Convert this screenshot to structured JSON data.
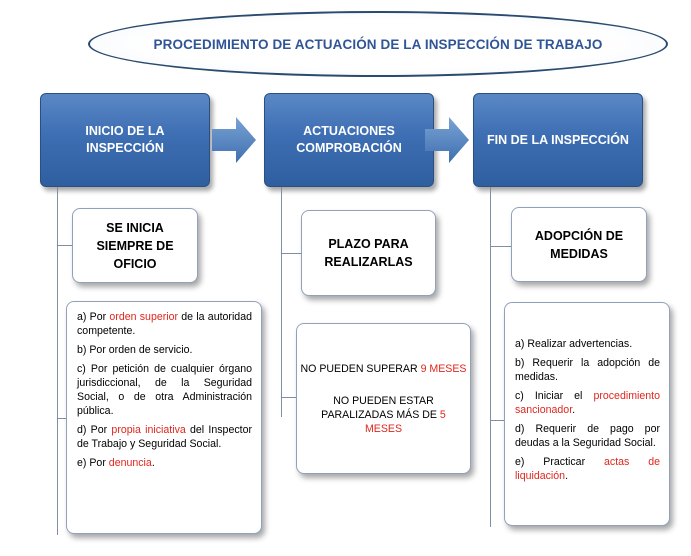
{
  "title": "PROCEDIMIENTO DE ACTUACIÓN DE LA INSPECCIÓN DE TRABAJO",
  "colors": {
    "header": "#3e6eb3",
    "title_text": "#2f5597",
    "accent_red": "#e0261e",
    "arrow": "#4f81bd"
  },
  "columns": [
    {
      "header": "INICIO DE LA INSPECCIÓN",
      "subtitle": "SE INICIA SIEMPRE DE OFICIO",
      "items": [
        {
          "before": "a) Por ",
          "highlight": "orden superior",
          "after": " de la autoridad competente."
        },
        {
          "before": "b) Por orden de servicio.",
          "highlight": "",
          "after": ""
        },
        {
          "before": "c) Por petición de cualquier órgano jurisdiccional, de la Seguridad Social, o de otra Administración pública.",
          "highlight": "",
          "after": ""
        },
        {
          "before": "d) Por ",
          "highlight": "propia iniciativa",
          "after": " del Inspector de Trabajo y Seguridad Social."
        },
        {
          "before": "e) Por ",
          "highlight": "denuncia",
          "after": "."
        }
      ]
    },
    {
      "header": "ACTUACIONES COMPROBACIÓN",
      "subtitle": "PLAZO PARA REALIZARLAS",
      "notes": [
        {
          "before": "NO PUEDEN SUPERAR ",
          "highlight": "9 MESES"
        },
        {
          "before": "NO PUEDEN ESTAR PARALIZADAS MÁS DE ",
          "highlight": "5 MESES"
        }
      ]
    },
    {
      "header": "FIN DE LA INSPECCIÓN",
      "subtitle": "ADOPCIÓN DE MEDIDAS",
      "items": [
        {
          "before": "a) Realizar advertencias.",
          "highlight": "",
          "after": ""
        },
        {
          "before": "b) Requerir la adopción de medidas.",
          "highlight": "",
          "after": ""
        },
        {
          "before": "c) Iniciar el ",
          "highlight": "procedimiento sancionador",
          "after": "."
        },
        {
          "before": "d) Requerir de pago por deudas a la Seguridad Social.",
          "highlight": "",
          "after": ""
        },
        {
          "before": "e) Practicar ",
          "highlight": "actas de liquidación",
          "after": "."
        }
      ]
    }
  ]
}
